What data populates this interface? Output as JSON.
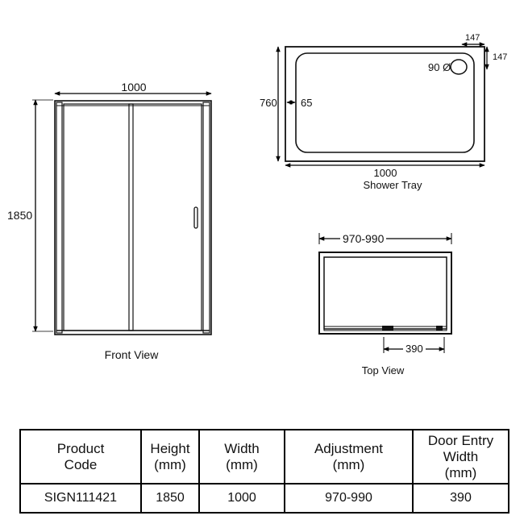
{
  "front_view": {
    "caption": "Front View",
    "width_label": "1000",
    "height_label": "1850"
  },
  "shower_tray": {
    "caption": "Shower Tray",
    "width_label": "1000",
    "depth_label": "760",
    "lip_label": "65",
    "waste_label": "90 Ø",
    "waste_offset_x": "147",
    "waste_offset_y": "147"
  },
  "top_view": {
    "caption": "Top View",
    "adjustment_label": "970-990",
    "door_entry_label": "390"
  },
  "spec_table": {
    "headers": {
      "code": [
        "Product",
        "Code"
      ],
      "height": [
        "Height",
        "(mm)"
      ],
      "width": [
        "Width",
        "(mm)"
      ],
      "adjustment": [
        "Adjustment",
        "(mm)"
      ],
      "door_entry": [
        "Door Entry",
        "Width",
        "(mm)"
      ]
    },
    "row": {
      "code": "SIGN111421",
      "height": "1850",
      "width": "1000",
      "adjustment": "970-990",
      "door_entry": "390"
    }
  }
}
